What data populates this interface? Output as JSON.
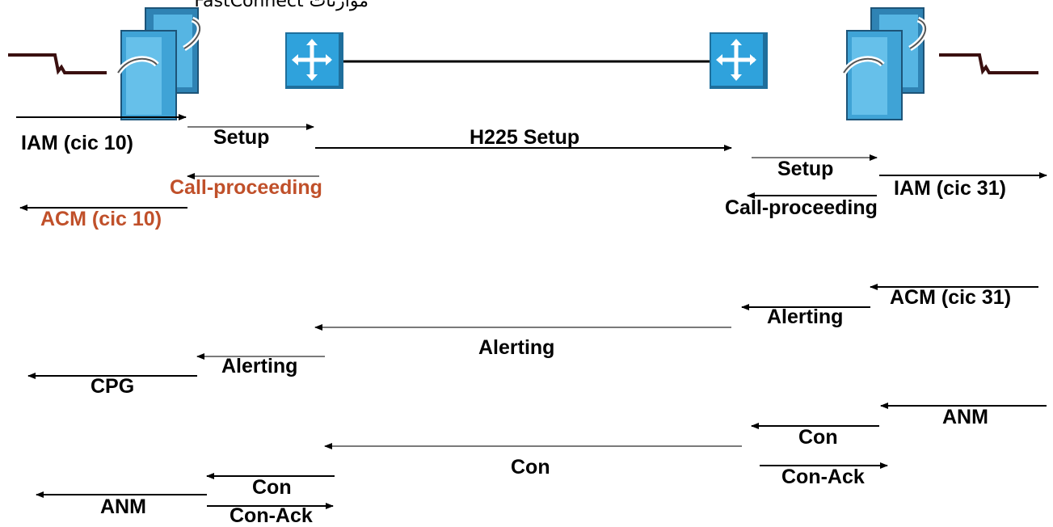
{
  "header_fragment": "موازنات FastConnect",
  "colors": {
    "line": "#000000",
    "reply_arrow": "#7a7a7a",
    "trunk_line": "#3a1010",
    "highlight_text": "#c0502a",
    "switch_face": "#3fa3d6",
    "switch_side": "#1f6f9c",
    "router_face": "#2fa2dc"
  },
  "icons": {
    "left_switch": "telephone-switch-icon",
    "left_router": "router-icon",
    "right_router": "router-icon",
    "right_switch": "telephone-switch-icon"
  },
  "messages": {
    "iam_cic10": "IAM (cic 10)",
    "setup_left": "Setup",
    "h225_setup": "H225 Setup",
    "setup_right": "Setup",
    "iam_cic31": "IAM (cic 31)",
    "call_proceeding_left": "Call-proceeding",
    "acm_cic10": "ACM (cic 10)",
    "call_proceeding_right": "Call-proceeding",
    "acm_cic31": "ACM (cic 31)",
    "alerting_right": "Alerting",
    "alerting_middle": "Alerting",
    "alerting_left": "Alerting",
    "cpg": "CPG",
    "anm_right": "ANM",
    "con_right": "Con",
    "con_middle": "Con",
    "con_ack_right": "Con-Ack",
    "con_left": "Con",
    "anm_left": "ANM",
    "con_ack_left": "Con-Ack"
  }
}
